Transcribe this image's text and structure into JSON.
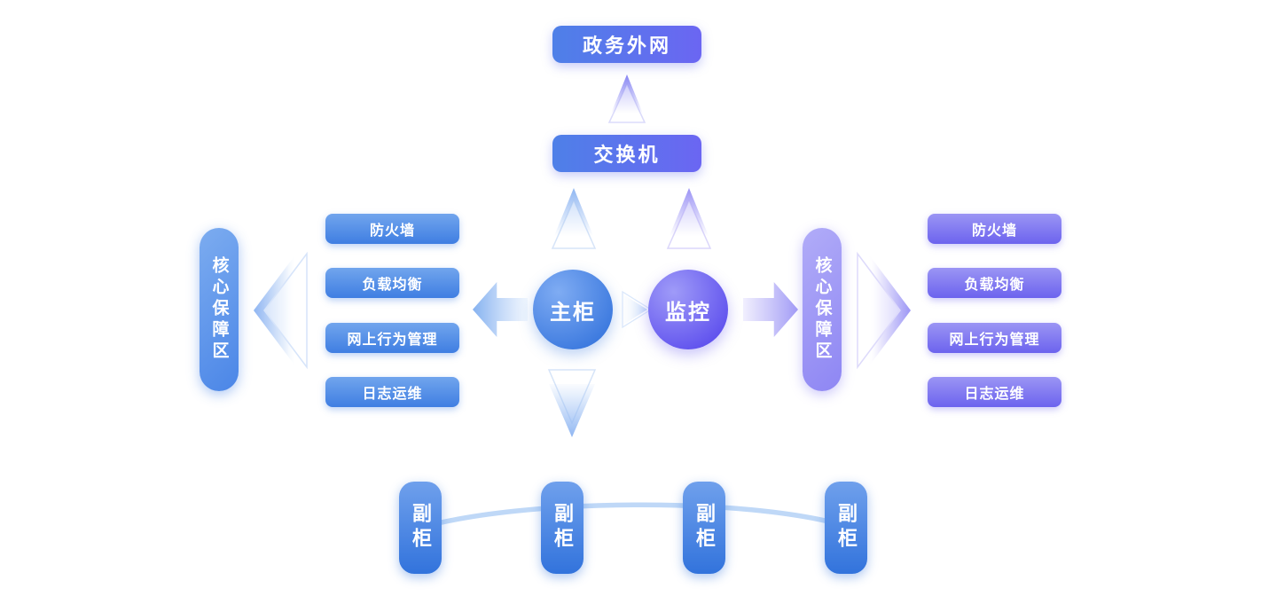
{
  "nodes": {
    "gov_network": "政务外网",
    "switch": "交换机",
    "main_cabinet": "主柜",
    "monitor": "监控"
  },
  "left_zone": {
    "label": "核心保障区",
    "items": [
      "防火墙",
      "负载均衡",
      "网上行为管理",
      "日志运维"
    ]
  },
  "right_zone": {
    "label": "核心保障区",
    "items": [
      "防火墙",
      "负载均衡",
      "网上行为管理",
      "日志运维"
    ]
  },
  "sub_cabinets": [
    "副柜",
    "副柜",
    "副柜",
    "副柜"
  ],
  "colors": {
    "background": "#FFFFFF",
    "box_gradient_start": "#4E80E8",
    "box_gradient_end": "#6B66F2",
    "blue_item_top": "#71A5ED",
    "blue_item_bottom": "#3F7EE2",
    "purple_item_top": "#9B95F4",
    "purple_item_bottom": "#6C63EE",
    "blue_circle": "#3D7ADF",
    "purple_circle": "#6153EE",
    "blue_pill": "#4B86E7",
    "purple_pill": "#8E86F3",
    "cabinet_blue": "#3273DC",
    "connector_arc": "#BFD8F7"
  }
}
